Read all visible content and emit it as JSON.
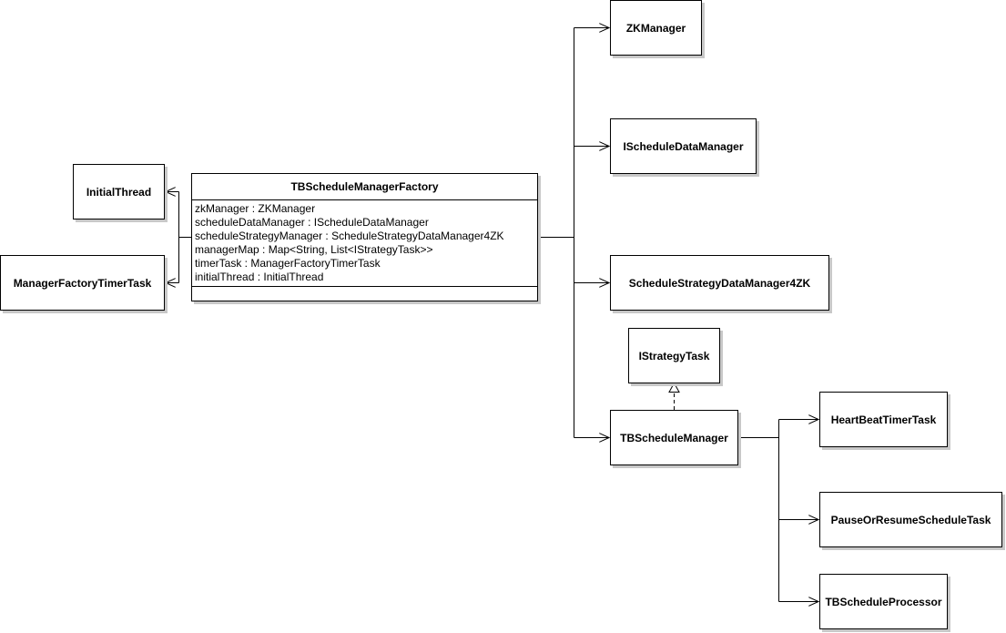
{
  "main_class": {
    "name": "TBScheduleManagerFactory",
    "attributes": [
      "zkManager : ZKManager",
      "scheduleDataManager : IScheduleDataManager",
      "scheduleStrategyManager : ScheduleStrategyDataManager4ZK",
      "managerMap : Map<String, List<IStrategyTask>>",
      "timerTask : ManagerFactoryTimerTask",
      "initialThread : InitialThread"
    ]
  },
  "classes": {
    "initial_thread": "InitialThread",
    "manager_factory_timer_task": "ManagerFactoryTimerTask",
    "zk_manager": "ZKManager",
    "ischedule_data_manager": "IScheduleDataManager",
    "schedule_strategy_data_manager": "ScheduleStrategyDataManager4ZK",
    "istrategy_task": "IStrategyTask",
    "tb_schedule_manager": "TBScheduleManager",
    "heartbeat_timer_task": "HeartBeatTimerTask",
    "pause_or_resume_schedule_task": "PauseOrResumeScheduleTask",
    "tb_schedule_processor": "TBScheduleProcessor"
  },
  "relations": [
    {
      "from": "TBScheduleManagerFactory",
      "to": "InitialThread",
      "type": "association"
    },
    {
      "from": "TBScheduleManagerFactory",
      "to": "ManagerFactoryTimerTask",
      "type": "association"
    },
    {
      "from": "TBScheduleManagerFactory",
      "to": "ZKManager",
      "type": "association"
    },
    {
      "from": "TBScheduleManagerFactory",
      "to": "IScheduleDataManager",
      "type": "association"
    },
    {
      "from": "TBScheduleManagerFactory",
      "to": "ScheduleStrategyDataManager4ZK",
      "type": "association"
    },
    {
      "from": "TBScheduleManagerFactory",
      "to": "TBScheduleManager",
      "type": "association"
    },
    {
      "from": "TBScheduleManager",
      "to": "IStrategyTask",
      "type": "realization"
    },
    {
      "from": "TBScheduleManager",
      "to": "HeartBeatTimerTask",
      "type": "association"
    },
    {
      "from": "TBScheduleManager",
      "to": "PauseOrResumeScheduleTask",
      "type": "association"
    },
    {
      "from": "TBScheduleManager",
      "to": "TBScheduleProcessor",
      "type": "association"
    }
  ],
  "colors": {
    "line": "#000000",
    "box_border": "#000000",
    "shadow": "#c8c8c8",
    "background": "#ffffff"
  }
}
